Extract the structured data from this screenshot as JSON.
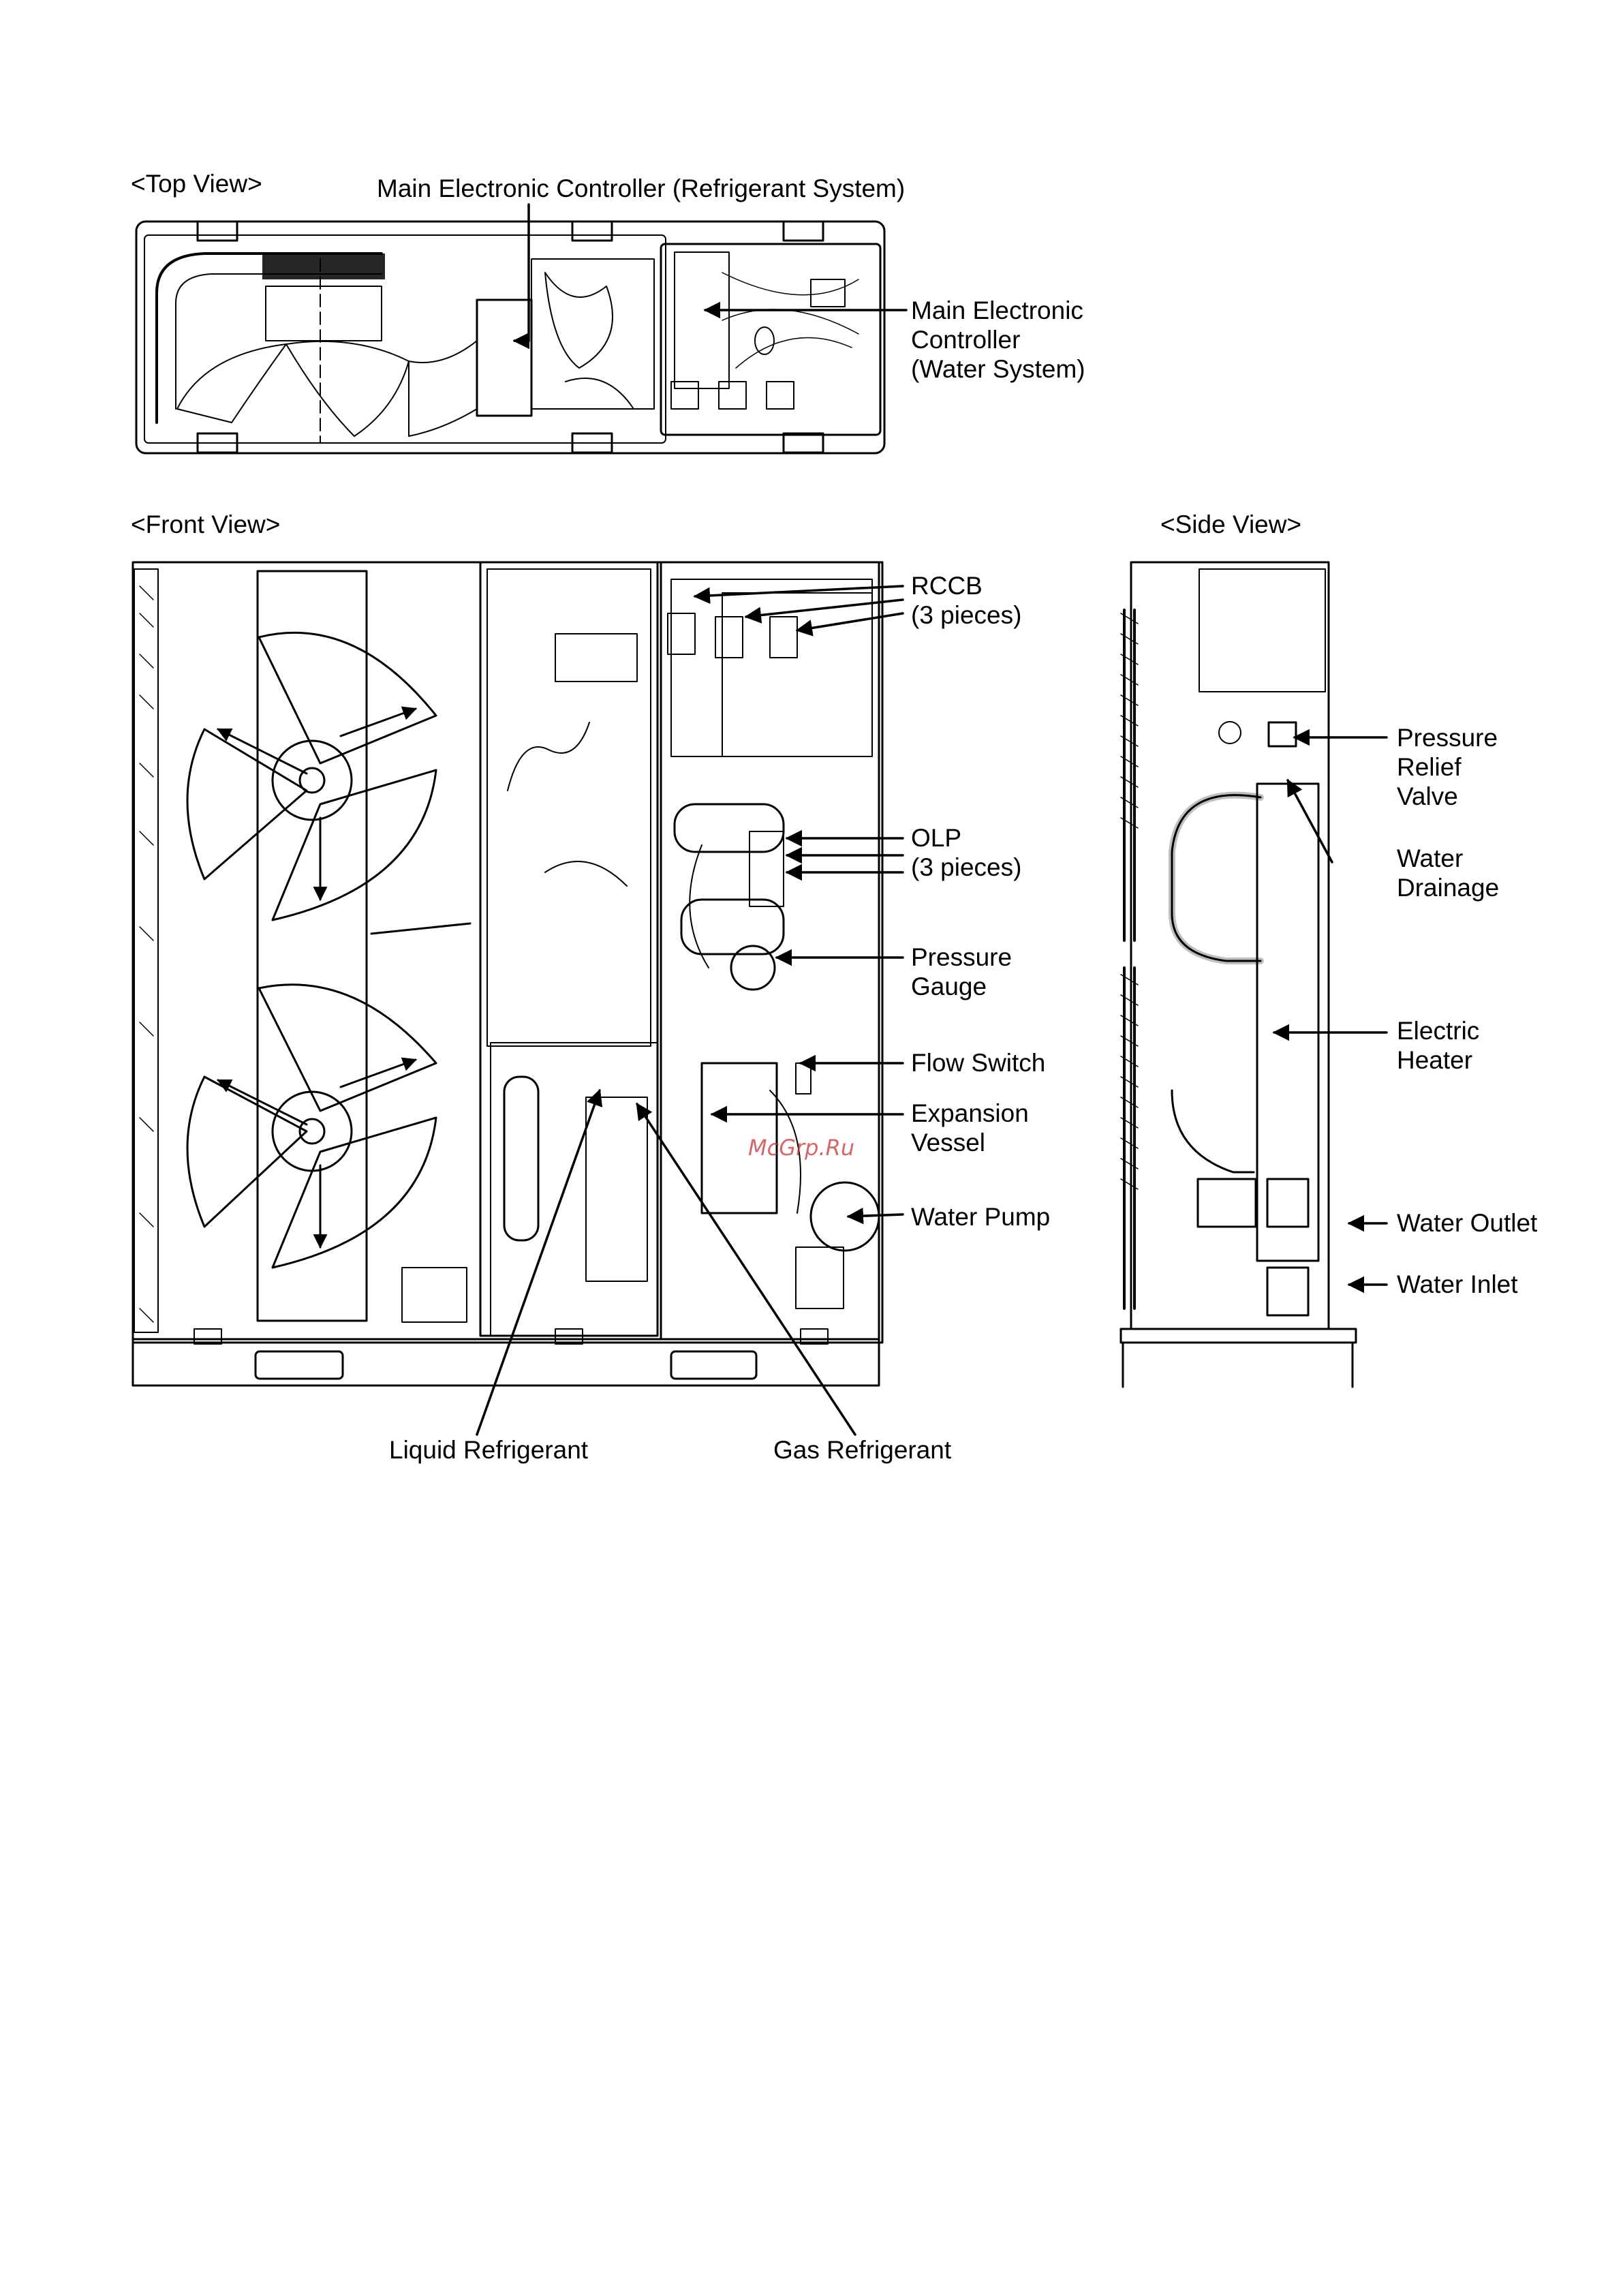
{
  "views": {
    "top": "<Top View>",
    "front": "<Front View>",
    "side": "<Side View>"
  },
  "labels": {
    "main_controller_refrigerant": "Main Electronic Controller (Refrigerant System)",
    "main_controller_water": [
      "Main Electronic",
      "Controller",
      "(Water System)"
    ],
    "rccb": [
      "RCCB",
      "(3 pieces)"
    ],
    "olp": [
      "OLP",
      "(3 pieces)"
    ],
    "pressure_gauge": [
      "Pressure",
      "Gauge"
    ],
    "flow_switch": "Flow Switch",
    "expansion_vessel": [
      "Expansion",
      "Vessel"
    ],
    "water_pump": "Water Pump",
    "liquid_refrigerant": "Liquid Refrigerant",
    "gas_refrigerant": "Gas Refrigerant",
    "pressure_relief_valve": [
      "Pressure",
      "Relief",
      "Valve"
    ],
    "water_drainage": [
      "Water",
      "Drainage"
    ],
    "electric_heater": [
      "Electric",
      "Heater"
    ],
    "water_outlet": "Water Outlet",
    "water_inlet": "Water Inlet"
  },
  "watermark": "McGrp.Ru",
  "colors": {
    "ink": "#000000",
    "watermark": "#cc3333"
  }
}
